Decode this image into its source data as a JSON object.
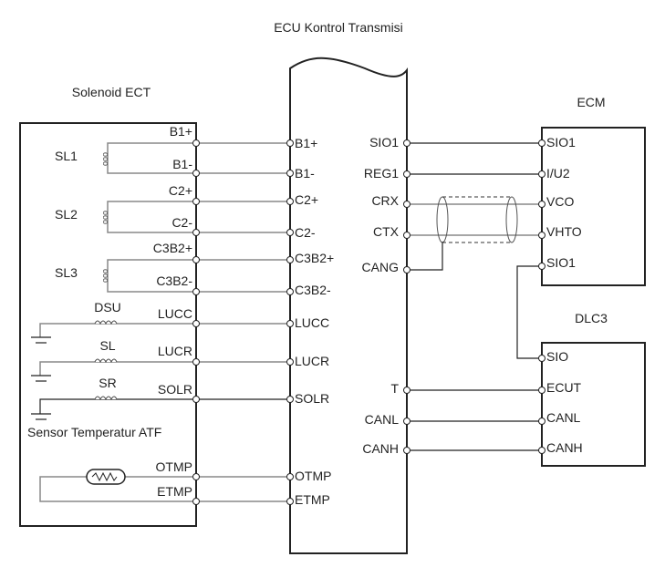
{
  "title": "ECU Kontrol Transmisi",
  "components": {
    "solenoid_box": {
      "title": "Solenoid ECT",
      "pins": [
        "B1+",
        "B1-",
        "C2+",
        "C2-",
        "C3B2+",
        "C3B2-",
        "LUCC",
        "LUCR",
        "SOLR",
        "OTMP",
        "ETMP"
      ],
      "solenoids": [
        "SL1",
        "SL2",
        "SL3"
      ],
      "ground_solenoids": [
        "DSU",
        "SL",
        "SR"
      ],
      "sensor_label": "Sensor Temperatur ATF"
    },
    "ecu_left_pins": [
      "B1+",
      "B1-",
      "C2+",
      "C2-",
      "C3B2+",
      "C3B2-",
      "LUCC",
      "LUCR",
      "SOLR",
      "OTMP",
      "ETMP"
    ],
    "ecu_right_pins": [
      "SIO1",
      "REG1",
      "CRX",
      "CTX",
      "CANG",
      "T",
      "CANL",
      "CANH"
    ],
    "ecm": {
      "title": "ECM",
      "pins": [
        "SIO1",
        "I/U2",
        "VCO",
        "VHTO",
        "SIO1"
      ]
    },
    "dlc3": {
      "title": "DLC3",
      "pins": [
        "SIO",
        "ECUT",
        "CANL",
        "CANH"
      ]
    }
  }
}
